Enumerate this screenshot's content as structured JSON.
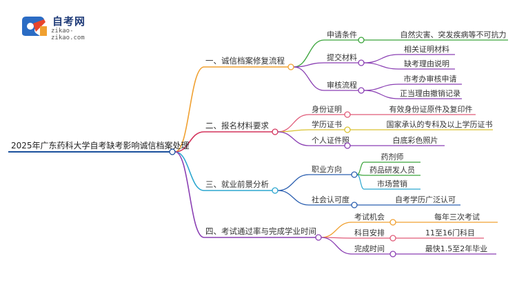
{
  "logo": {
    "title": "自考网",
    "subtitle": "zikao-zikao.com"
  },
  "root": {
    "label": "2025年广东药科大学自考缺考影响诚信档案处理"
  },
  "colors": {
    "root": "#1a4f9c",
    "b1": "#f0a030",
    "b2": "#d4335c",
    "b3": "#2aa6cf",
    "b4": "#8a3fb3",
    "green": "#3aa43a",
    "purple": "#8a3fb3",
    "yellow": "#d9c230",
    "cyan": "#2aa6cf",
    "orange": "#f0a030",
    "pink": "#e05a78",
    "blue": "#2b5fb0"
  },
  "branches": [
    {
      "label": "一、诚信档案修复流程",
      "children": [
        {
          "label": "申请条件",
          "leaves": [
            "自然灾害、突发疾病等不可抗力"
          ]
        },
        {
          "label": "提交材料",
          "leaves": [
            "相关证明材料",
            "缺考理由说明"
          ]
        },
        {
          "label": "审核流程",
          "leaves": [
            "市考办审核申请",
            "正当理由撤销记录"
          ]
        }
      ]
    },
    {
      "label": "二、报名材料要求",
      "children": [
        {
          "label": "身份证明",
          "leaves": [
            "有效身份证原件及复印件"
          ]
        },
        {
          "label": "学历证书",
          "leaves": [
            "国家承认的专科及以上学历证书"
          ]
        },
        {
          "label": "个人证件照",
          "leaves": [
            "白底彩色照片"
          ]
        }
      ]
    },
    {
      "label": "三、就业前景分析",
      "children": [
        {
          "label": "职业方向",
          "leaves": [
            "药剂师",
            "药品研发人员",
            "市场营销"
          ]
        },
        {
          "label": "社会认可度",
          "leaves": [
            "自考学历广泛认可"
          ]
        }
      ]
    },
    {
      "label": "四、考试通过率与完成学业时间",
      "children": [
        {
          "label": "考试机会",
          "leaves": [
            "每年三次考试"
          ]
        },
        {
          "label": "科目安排",
          "leaves": [
            "11至16门科目"
          ]
        },
        {
          "label": "完成时间",
          "leaves": [
            "最快1.5至2年毕业"
          ]
        }
      ]
    }
  ]
}
